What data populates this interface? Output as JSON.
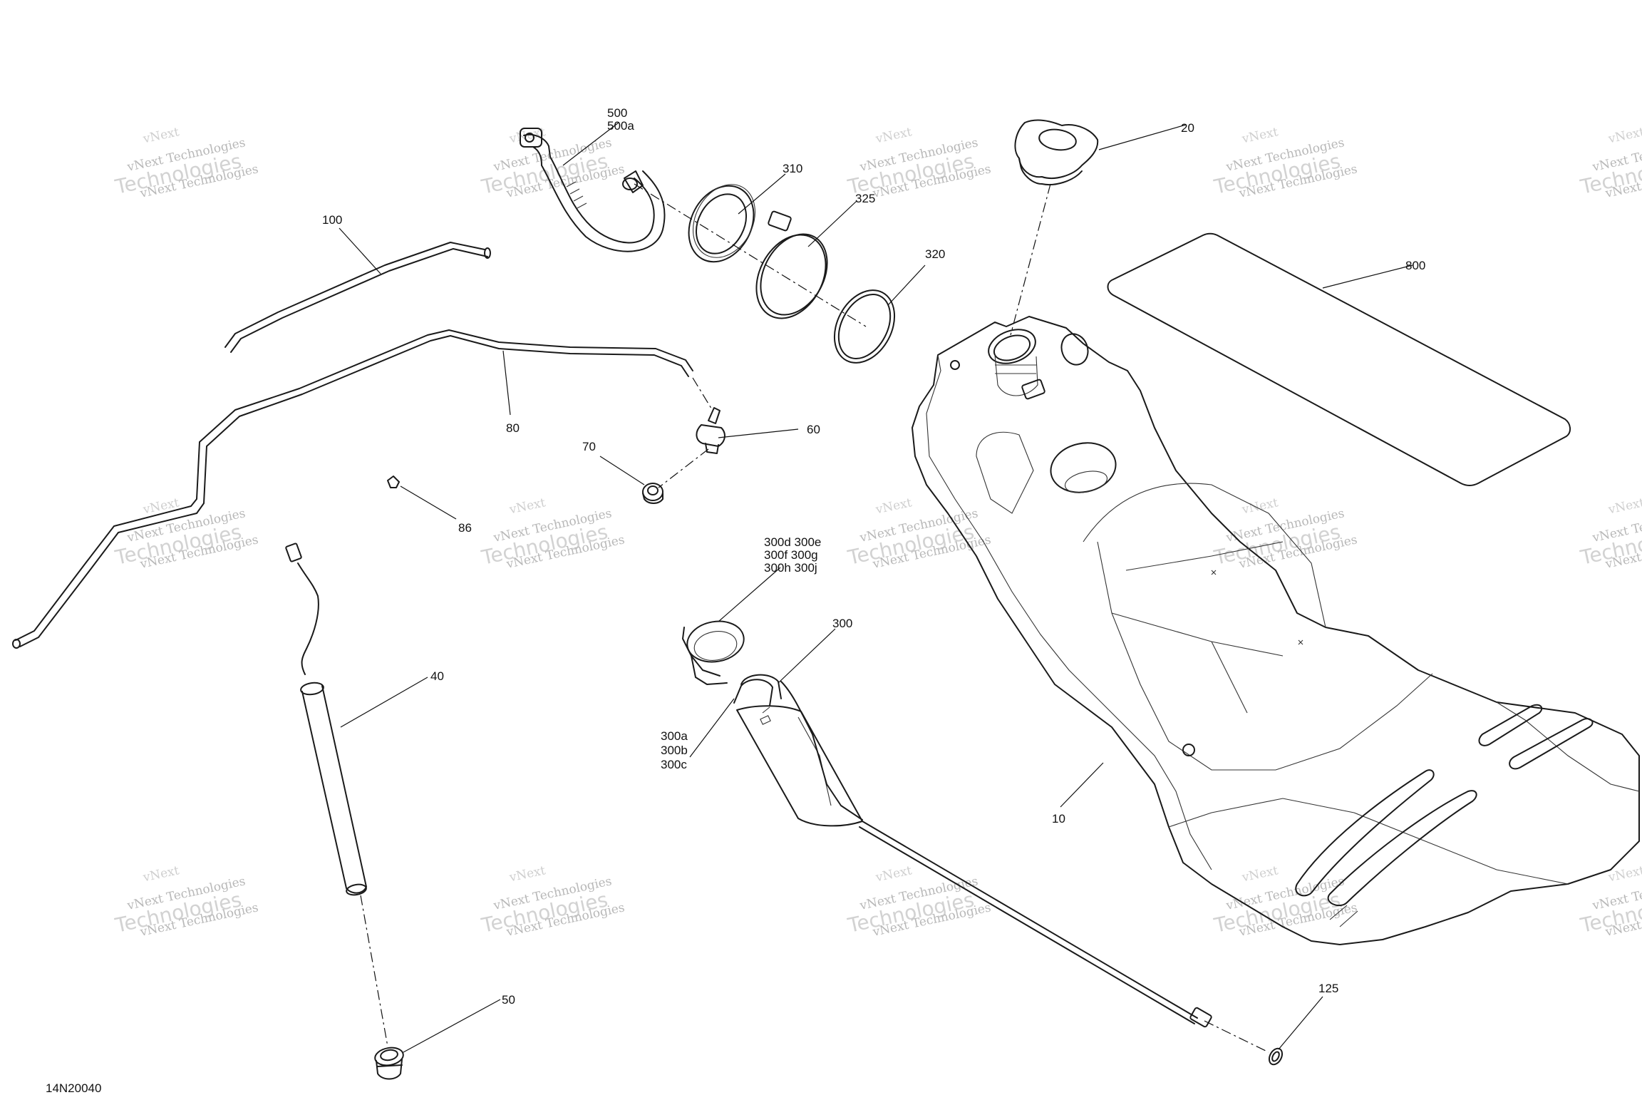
{
  "diagram_id": "14N20040",
  "watermark": {
    "line1": "vNext Technologies",
    "line2": "Technologies",
    "line3": "vNext"
  },
  "callouts": {
    "c500": "500",
    "c500a": "500a",
    "c20": "20",
    "c310": "310",
    "c325": "325",
    "c320": "320",
    "c100": "100",
    "c800": "800",
    "c80": "80",
    "c60": "60",
    "c70": "70",
    "c86": "86",
    "c300_r1": "300d  300e",
    "c300_r2": "300f  300g",
    "c300_r3": "300h  300j",
    "c300": "300",
    "c40": "40",
    "c300a": "300a",
    "c300b": "300b",
    "c300c": "300c",
    "c10": "10",
    "c125": "125",
    "c50": "50"
  }
}
